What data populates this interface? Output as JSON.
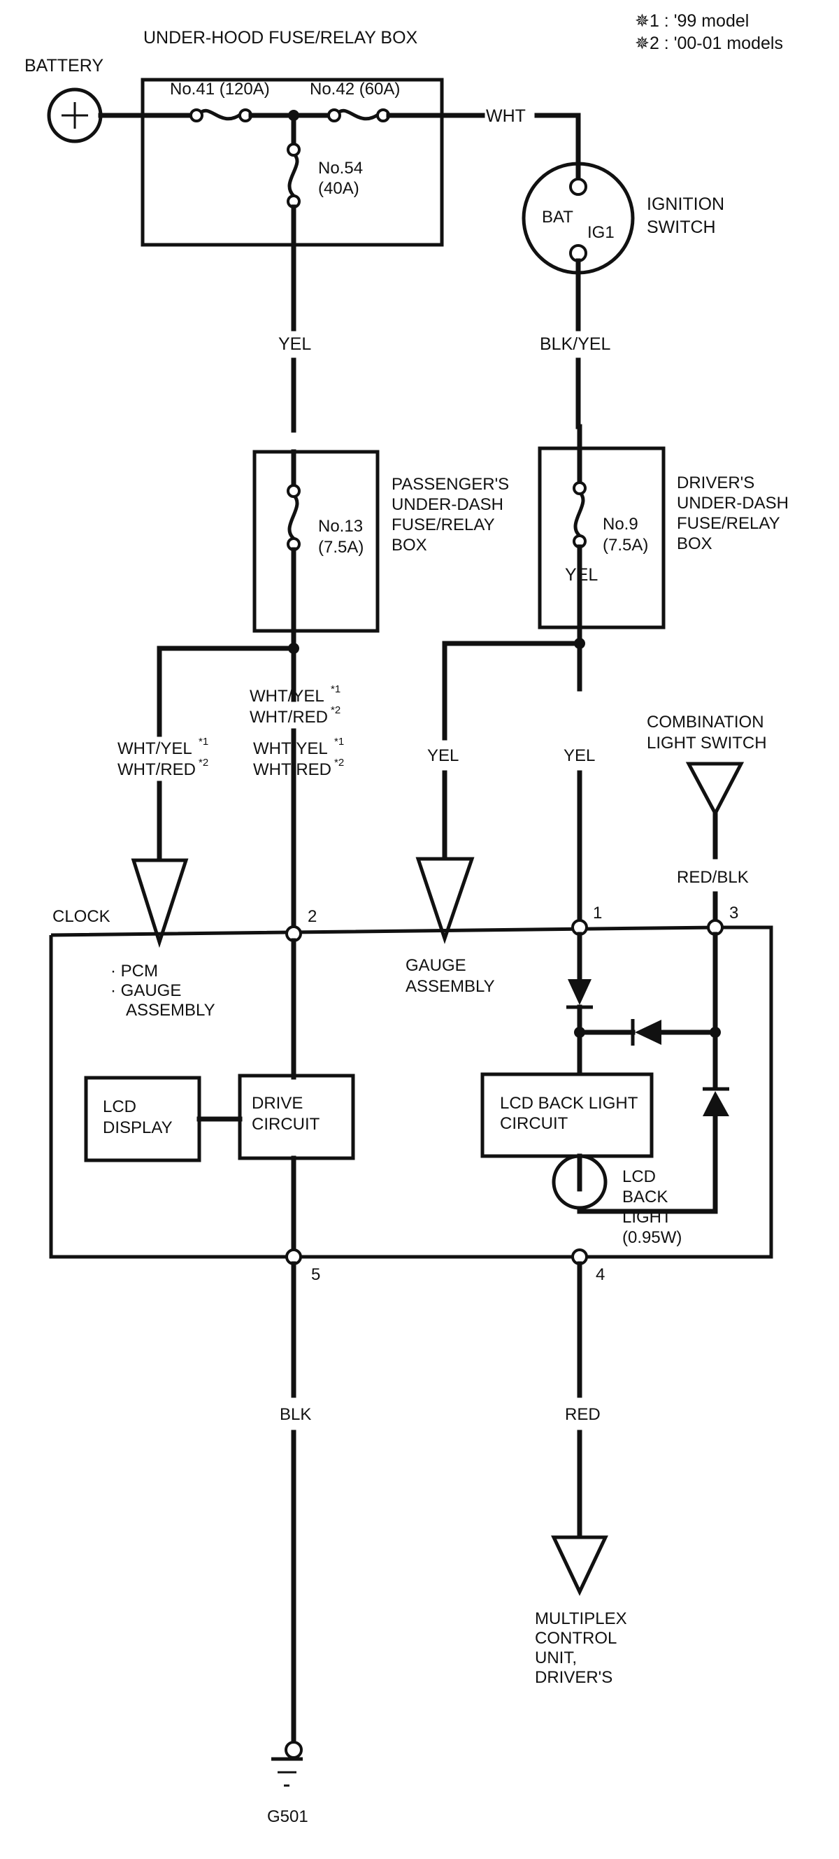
{
  "notes": {
    "note1": "✵1 : '99 model",
    "note2": "✵2 : '00-01 models"
  },
  "battery": {
    "label": "BATTERY",
    "symbol": "+"
  },
  "under_hood_box": {
    "title": "UNDER-HOOD FUSE/RELAY BOX",
    "fuse41": "No.41 (120A)",
    "fuse42": "No.42 (60A)",
    "fuse54_line1": "No.54",
    "fuse54_line2": "(40A)"
  },
  "ignition_switch": {
    "label_line1": "IGNITION",
    "label_line2": "SWITCH",
    "pin_bat": "BAT",
    "pin_ig1": "IG1"
  },
  "wires": {
    "wht": "WHT",
    "yel_top": "YEL",
    "blk_yel": "BLK/YEL",
    "yel_driver_out": "YEL",
    "wht_yel": "WHT/YEL",
    "wht_red": "WHT/RED",
    "sup1": "*1",
    "sup2": "*2",
    "yel_gauge": "YEL",
    "yel_pin1": "YEL",
    "red_blk": "RED/BLK",
    "blk": "BLK",
    "red": "RED"
  },
  "passenger_box": {
    "fuse_line1": "No.13",
    "fuse_line2": "(7.5A)",
    "label": [
      "PASSENGER'S",
      "UNDER-DASH",
      "FUSE/RELAY",
      "BOX"
    ]
  },
  "driver_box": {
    "fuse_line1": "No.9",
    "fuse_line2": "(7.5A)",
    "label": [
      "DRIVER'S",
      "UNDER-DASH",
      "FUSE/RELAY",
      "BOX"
    ]
  },
  "destinations": {
    "pcm_gauge": [
      "· PCM",
      "· GAUGE",
      "ASSEMBLY"
    ],
    "gauge": [
      "GAUGE",
      "ASSEMBLY"
    ],
    "combination": [
      "COMBINATION",
      "LIGHT SWITCH"
    ],
    "multiplex": [
      "MULTIPLEX",
      "CONTROL",
      "UNIT,",
      "DRIVER'S"
    ]
  },
  "clock": {
    "title": "CLOCK",
    "pins": {
      "p1": "1",
      "p2": "2",
      "p3": "3",
      "p4": "4",
      "p5": "5"
    },
    "lcd_display": [
      "LCD",
      "DISPLAY"
    ],
    "drive_circuit": [
      "DRIVE",
      "CIRCUIT"
    ],
    "backlight_circuit": [
      "LCD BACK LIGHT",
      "CIRCUIT"
    ],
    "backlight_bulb": [
      "LCD",
      "BACK",
      "LIGHT",
      "(0.95W)"
    ]
  },
  "ground": {
    "label": "G501"
  }
}
